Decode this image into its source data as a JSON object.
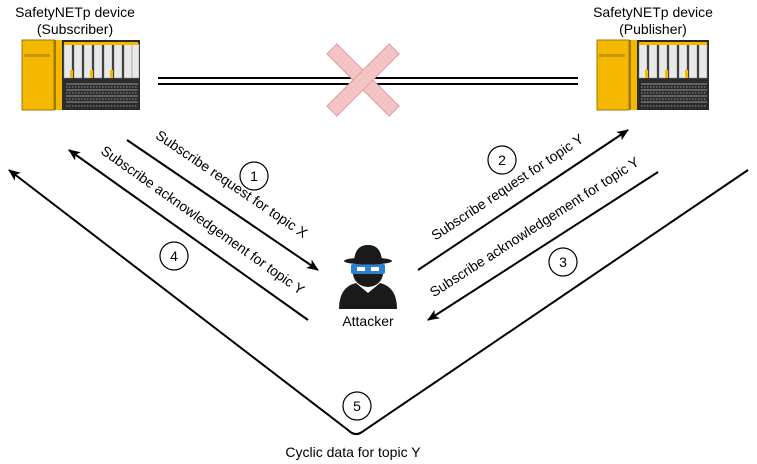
{
  "devices": {
    "subscriber": {
      "name": "SafetyNETp device",
      "role": "(Subscriber)"
    },
    "publisher": {
      "name": "SafetyNETp device",
      "role": "(Publisher)"
    }
  },
  "attacker": {
    "label": "Attacker"
  },
  "messages": {
    "m1": "Subscribe request for topic X",
    "m2": "Subscribe request for topic Y",
    "m3": "Subscribe acknowledgement for topic Y",
    "m4": "Subscribe acknowledgement for topic Y"
  },
  "steps": [
    "1",
    "2",
    "3",
    "4",
    "5"
  ],
  "cyclic_label": "Cyclic data for topic Y",
  "colors": {
    "device_yellow": "#F5B800",
    "device_module": "#E6E6E6",
    "device_dark": "#3A3A3A",
    "cross": "#F4C4C4",
    "cross_stroke": "#E19999",
    "attacker_body": "#1A1A1A",
    "attacker_mask": "#2F7FD0"
  },
  "icons": {
    "blocked": "cross-icon",
    "attacker": "hacker-icon",
    "device": "plc-device-icon"
  }
}
